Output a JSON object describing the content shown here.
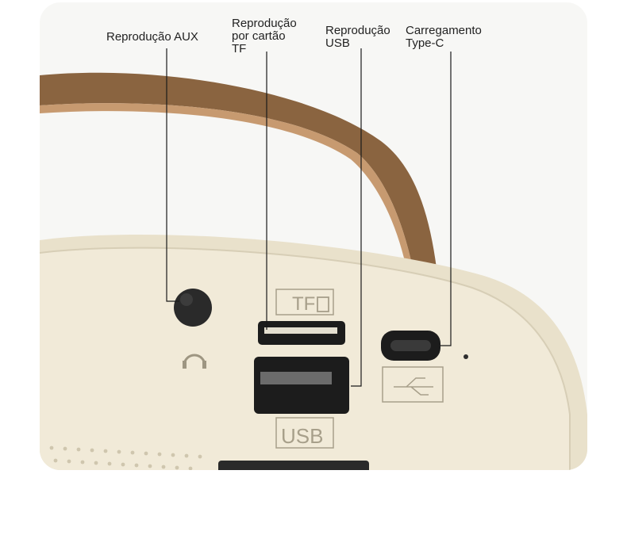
{
  "callouts": {
    "aux": "Reprodução AUX",
    "tf": "Reprodução\npor cartão\nTF",
    "usb": "Reprodução\nUSB",
    "typec": "Carregamento\nType-C"
  },
  "port_markings": {
    "tf": "TF",
    "usb": "USB"
  },
  "colors": {
    "body": "#efe7d2",
    "strap": "#8a6440",
    "port": "#1c1c1c"
  }
}
